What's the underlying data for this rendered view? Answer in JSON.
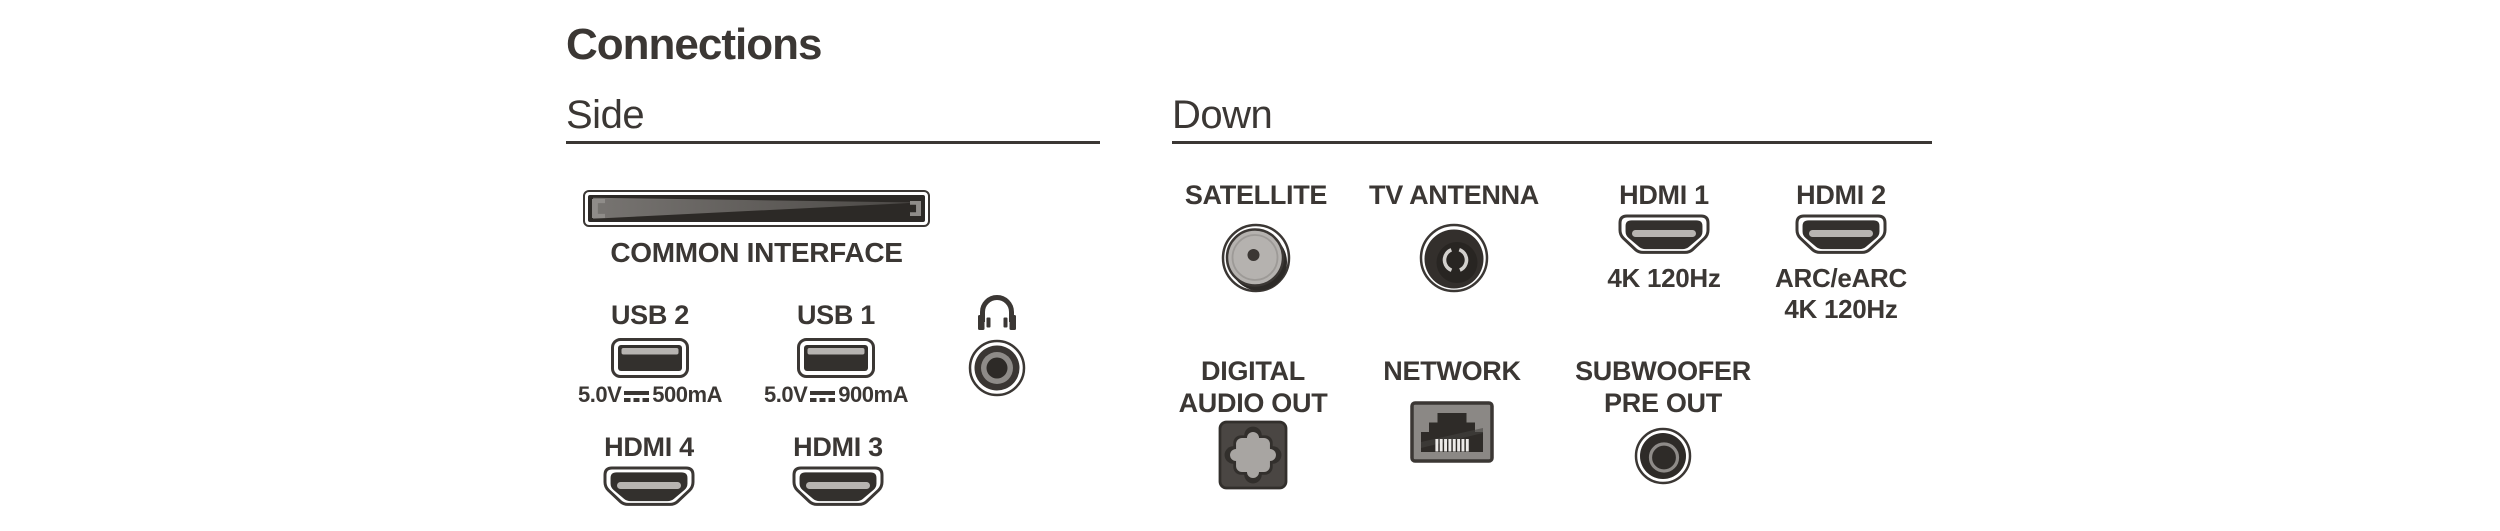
{
  "page": {
    "title": "Connections"
  },
  "side": {
    "heading": "Side",
    "common_interface": {
      "label": "COMMON INTERFACE"
    },
    "usb2": {
      "label": "USB 2",
      "volt": "5.0V",
      "amp": "500mA"
    },
    "usb1": {
      "label": "USB 1",
      "volt": "5.0V",
      "amp": "900mA"
    },
    "hdmi4": {
      "label": "HDMI 4"
    },
    "hdmi3": {
      "label": "HDMI 3"
    }
  },
  "down": {
    "heading": "Down",
    "satellite": {
      "label": "SATELLITE"
    },
    "tv_antenna": {
      "label": "TV ANTENNA"
    },
    "hdmi1": {
      "label": "HDMI 1",
      "sub": "4K 120Hz"
    },
    "hdmi2": {
      "label": "HDMI 2",
      "sub1": "ARC/eARC",
      "sub2": "4K 120Hz"
    },
    "digital_audio_out": {
      "label_line1": "DIGITAL",
      "label_line2": "AUDIO OUT"
    },
    "network": {
      "label": "NETWORK"
    },
    "subwoofer": {
      "label_line1": "SUBWOOFER",
      "label_line2": "PRE OUT"
    }
  },
  "icons": {
    "common_interface_slot": "ci-card-slot",
    "usb_port": "usb-a-port",
    "headphones": "headphones-glyph",
    "headphone_jack": "3.5mm-jack-rings",
    "hdmi_port": "hdmi-trapezoid-port",
    "satellite": "f-type-coax-connector",
    "tv_antenna": "iec-coax-connector",
    "digital_audio_out": "toslink-optical-port",
    "network": "rj45-ethernet-port",
    "subwoofer": "rca-jack"
  },
  "colors": {
    "text": "#3b3734",
    "port_dark": "#33302d",
    "metal_light": "#b7b4b1",
    "rj45_gray": "#8b8885",
    "background": "#ffffff"
  }
}
